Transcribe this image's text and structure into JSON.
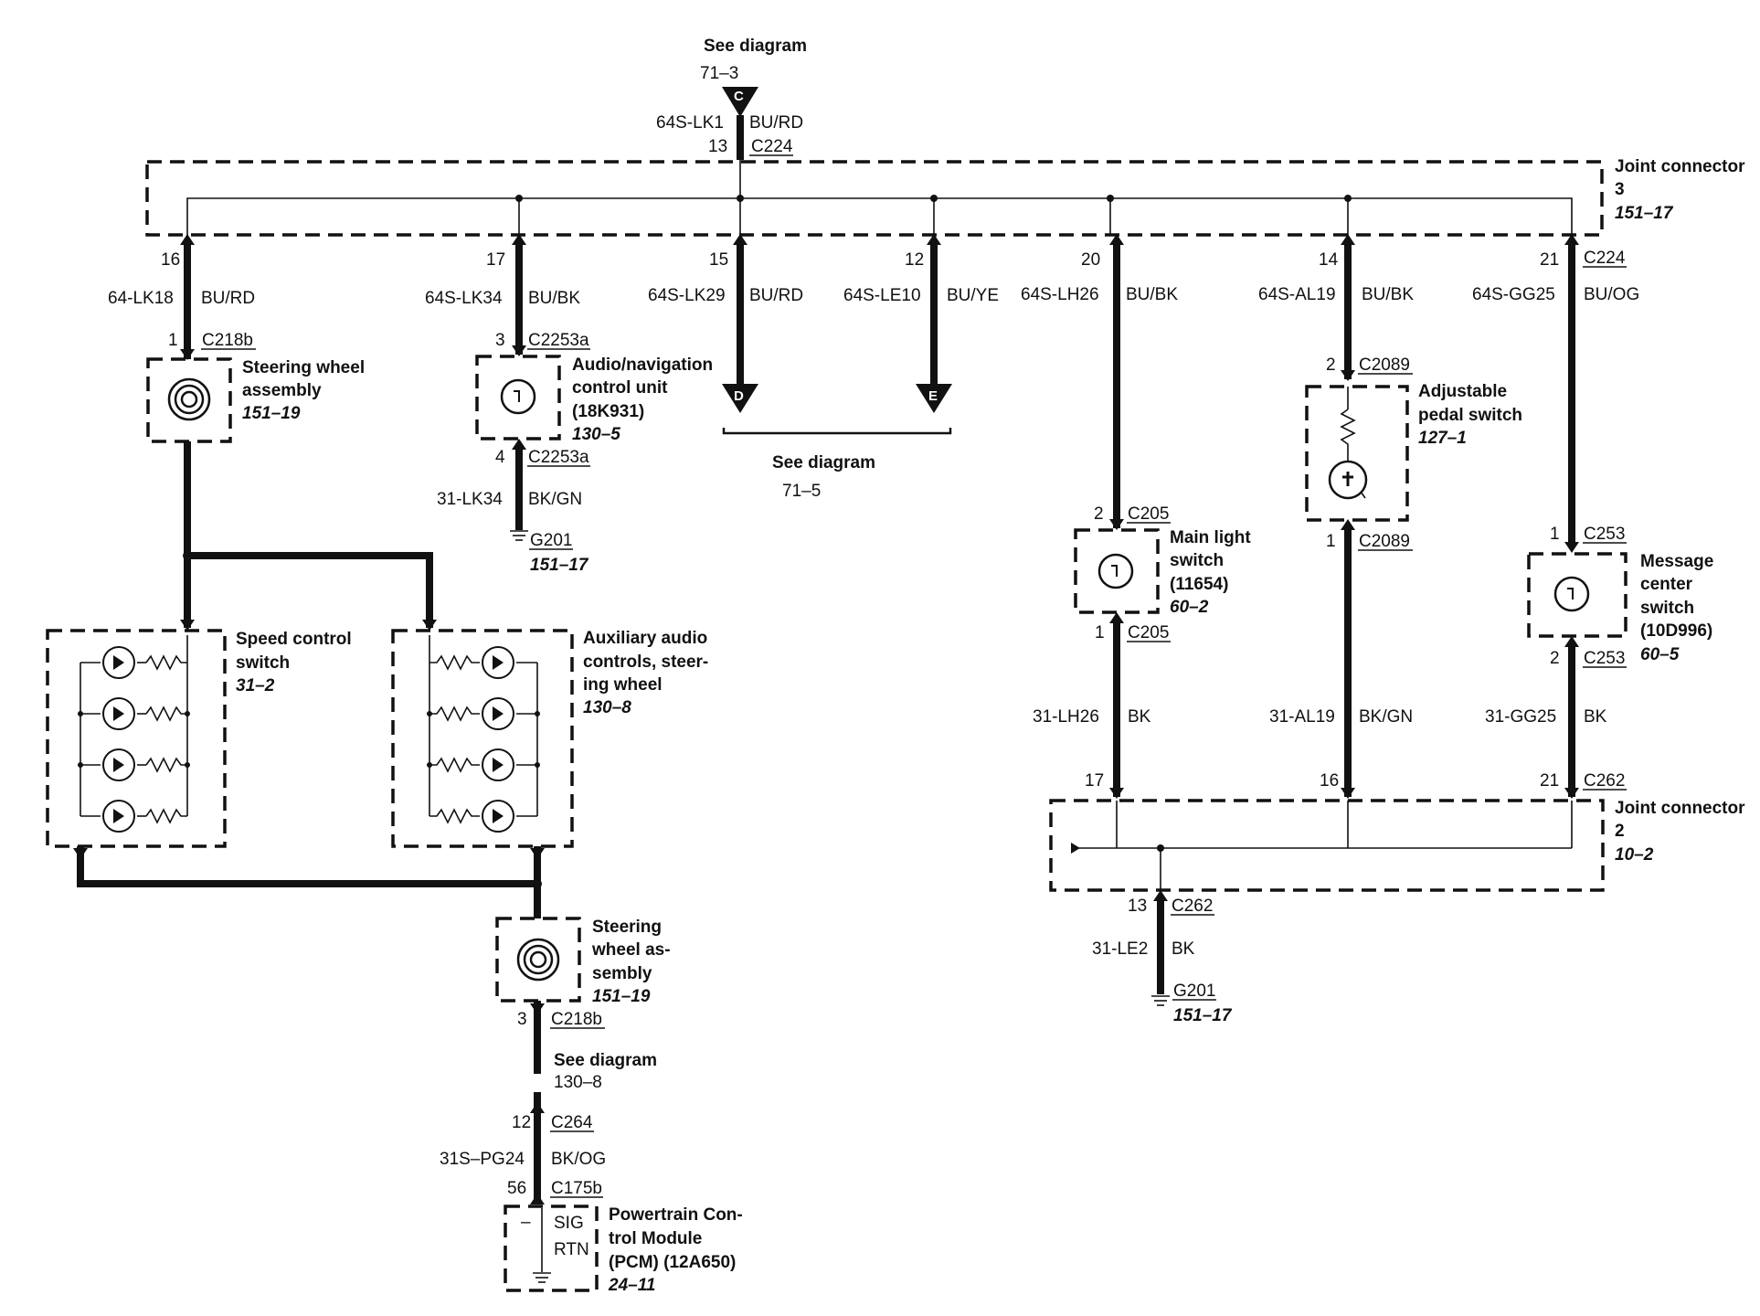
{
  "top": {
    "see_diagram": "See diagram",
    "ref": "71–3",
    "connector_letter": "C",
    "wire": "64S-LK1",
    "color": "BU/RD",
    "pin": "13",
    "connector": "C224"
  },
  "joint3": {
    "line1": "Joint connector",
    "line2": "3",
    "ref": "151–17"
  },
  "joint2": {
    "line1": "Joint connector",
    "line2": "2",
    "ref": "10–2"
  },
  "branches": [
    {
      "pin": "16",
      "wire": "64-LK18",
      "color": "BU/RD"
    },
    {
      "pin": "17",
      "wire": "64S-LK34",
      "color": "BU/BK"
    },
    {
      "pin": "15",
      "wire": "64S-LK29",
      "color": "BU/RD",
      "letter": "D"
    },
    {
      "pin": "12",
      "wire": "64S-LE10",
      "color": "BU/YE",
      "letter": "E"
    },
    {
      "pin": "20",
      "wire": "64S-LH26",
      "color": "BU/BK"
    },
    {
      "pin": "14",
      "wire": "64S-AL19",
      "color": "BU/BK"
    },
    {
      "pin": "21",
      "wire": "64S-GG25",
      "color": "BU/OG",
      "connector": "C224"
    }
  ],
  "see_diagram_de": {
    "label": "See diagram",
    "ref": "71–5"
  },
  "steering1": {
    "pin": "1",
    "connector": "C218b",
    "line1": "Steering wheel",
    "line2": "assembly",
    "ref": "151–19"
  },
  "audio_nav": {
    "pin_top": "3",
    "conn_top": "C2253a",
    "line1": "Audio/navigation",
    "line2": "control unit",
    "line3": "(18K931)",
    "ref": "130–5",
    "pin_bot": "4",
    "conn_bot": "C2253a",
    "wire": "31-LK34",
    "color": "BK/GN",
    "ground": "G201",
    "ground_ref": "151–17"
  },
  "speed_control": {
    "line1": "Speed control",
    "line2": "switch",
    "ref": "31–2"
  },
  "aux_audio": {
    "line1": "Auxiliary audio",
    "line2": "controls, steer-",
    "line3": "ing wheel",
    "ref": "130–8"
  },
  "steering2": {
    "line1": "Steering",
    "line2": "wheel as-",
    "line3": "sembly",
    "ref": "151–19",
    "pin": "3",
    "connector": "C218b",
    "see_diagram": "See diagram",
    "see_ref": "130–8",
    "pin2": "12",
    "conn2": "C264",
    "wire": "31S–PG24",
    "color": "BK/OG",
    "pin3": "56",
    "conn3": "C175b"
  },
  "pcm": {
    "minus": "–",
    "sig": "SIG",
    "rtn": "RTN",
    "line1": "Powertrain Con-",
    "line2": "trol Module",
    "line3": "(PCM) (12A650)",
    "ref": "24–11"
  },
  "main_light": {
    "pin_top": "2",
    "conn_top": "C205",
    "line1": "Main light",
    "line2": "switch",
    "line3": "(11654)",
    "ref": "60–2",
    "pin_bot": "1",
    "conn_bot": "C205",
    "wire": "31-LH26",
    "color": "BK",
    "pin_j2": "17"
  },
  "pedal": {
    "pin_top": "2",
    "conn_top": "C2089",
    "line1": "Adjustable",
    "line2": "pedal switch",
    "ref": "127–1",
    "pin_bot": "1",
    "conn_bot": "C2089",
    "wire": "31-AL19",
    "color": "BK/GN",
    "pin_j2": "16"
  },
  "message": {
    "pin_top": "1",
    "conn_top": "C253",
    "line1": "Message",
    "line2": "center",
    "line3": "switch",
    "line4": "(10D996)",
    "ref": "60–5",
    "pin_bot": "2",
    "conn_bot": "C253",
    "wire": "31-GG25",
    "color": "BK",
    "pin_j2": "21",
    "conn_j2": "C262"
  },
  "bottom_right": {
    "pin": "13",
    "connector": "C262",
    "wire": "31-LE2",
    "color": "BK",
    "ground": "G201",
    "ground_ref": "151–17"
  }
}
